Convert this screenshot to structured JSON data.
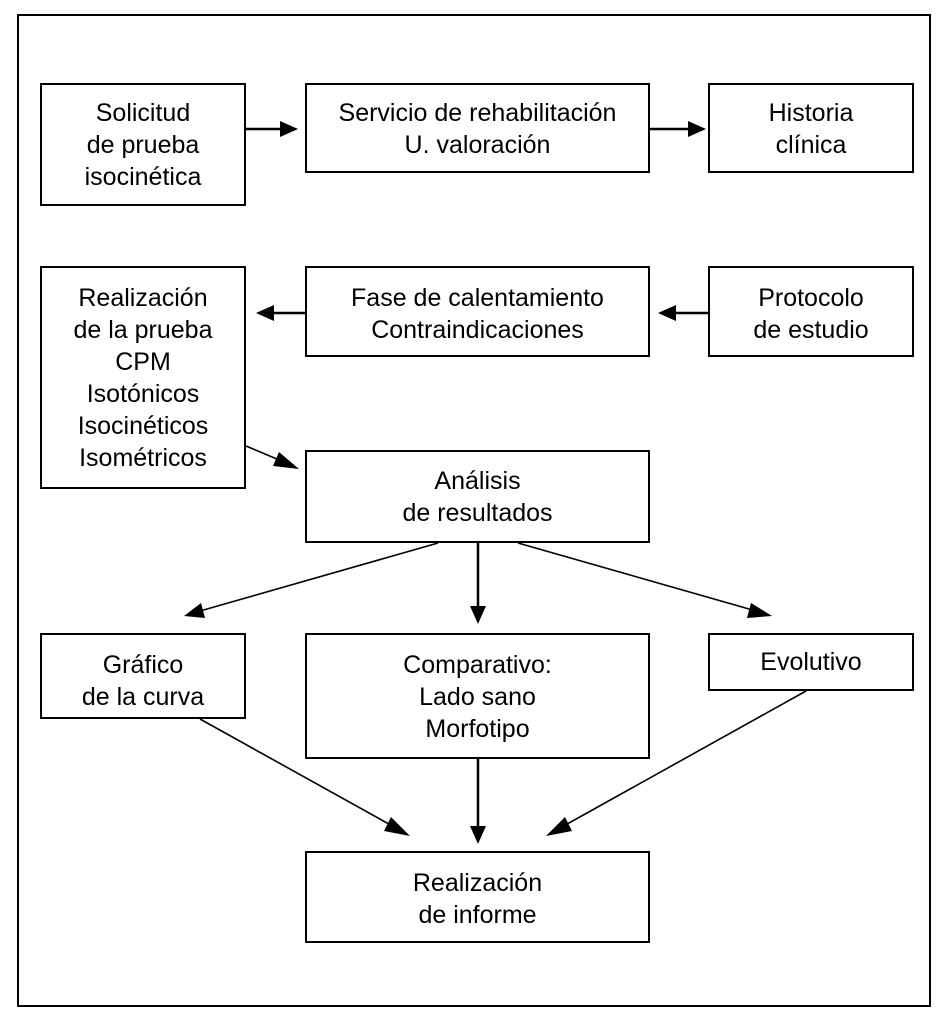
{
  "nodes": {
    "solicitud": {
      "lines": [
        "Solicitud",
        "de prueba",
        "isocinética"
      ]
    },
    "servicio": {
      "lines": [
        "Servicio de rehabilitación",
        "U. valoración"
      ]
    },
    "historia": {
      "lines": [
        "Historia",
        "clínica"
      ]
    },
    "realizacion_prueba": {
      "lines": [
        "Realización",
        "de la prueba",
        "CPM",
        "Isotónicos",
        "Isocinéticos",
        "Isométricos"
      ]
    },
    "fase": {
      "lines": [
        "Fase de calentamiento",
        "Contraindicaciones"
      ]
    },
    "protocolo": {
      "lines": [
        "Protocolo",
        "de estudio"
      ]
    },
    "analisis": {
      "lines": [
        "Análisis",
        "de resultados"
      ]
    },
    "grafico": {
      "lines": [
        "Gráfico",
        "de la curva"
      ]
    },
    "comparativo": {
      "lines": [
        "Comparativo:",
        "Lado sano",
        "Morfotipo"
      ]
    },
    "evolutivo": {
      "lines": [
        "Evolutivo"
      ]
    },
    "informe": {
      "lines": [
        "Realización",
        "de informe"
      ]
    }
  },
  "edges": [
    {
      "from": "solicitud",
      "to": "servicio"
    },
    {
      "from": "servicio",
      "to": "historia"
    },
    {
      "from": "protocolo",
      "to": "fase"
    },
    {
      "from": "fase",
      "to": "realizacion_prueba"
    },
    {
      "from": "realizacion_prueba",
      "to": "analisis"
    },
    {
      "from": "analisis",
      "to": "grafico"
    },
    {
      "from": "analisis",
      "to": "comparativo"
    },
    {
      "from": "analisis",
      "to": "evolutivo"
    },
    {
      "from": "grafico",
      "to": "informe"
    },
    {
      "from": "comparativo",
      "to": "informe"
    },
    {
      "from": "evolutivo",
      "to": "informe"
    }
  ]
}
